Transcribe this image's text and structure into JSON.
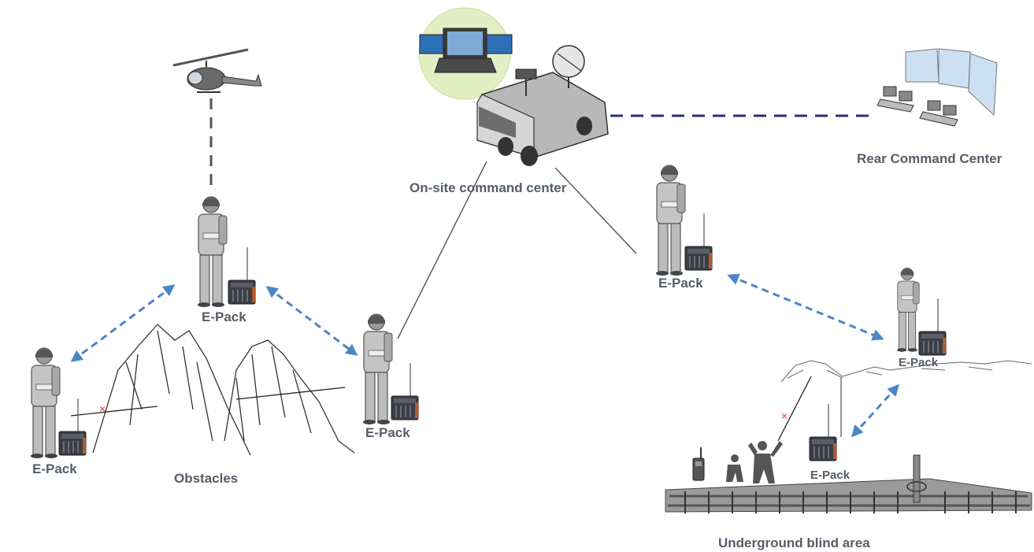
{
  "labels": {
    "onsite_command_center": "On-site command center",
    "rear_command_center": "Rear Command Center",
    "epack": "E-Pack",
    "obstacles": "Obstacles",
    "underground_blind_area": "Underground blind area"
  },
  "colors": {
    "link_arrow": "#4a86c5",
    "rear_link": "#2b2f7a",
    "heli_link": "#555555",
    "wire": "#555555",
    "blocked_mark": "#e03030",
    "label_text": "#555d67",
    "device_body": "#3c3e46",
    "person_fill": "#b9b9b9"
  },
  "icons": {
    "helicopter": "helicopter-icon",
    "command_vehicle": "command-vehicle-icon",
    "rear_center": "control-room-icon",
    "rescuer": "rescuer-icon",
    "epack_device": "epack-device-icon",
    "mountain": "mountain-icon",
    "radio": "handheld-radio-icon",
    "workers": "workers-icon",
    "rail_track": "rail-track-icon"
  }
}
